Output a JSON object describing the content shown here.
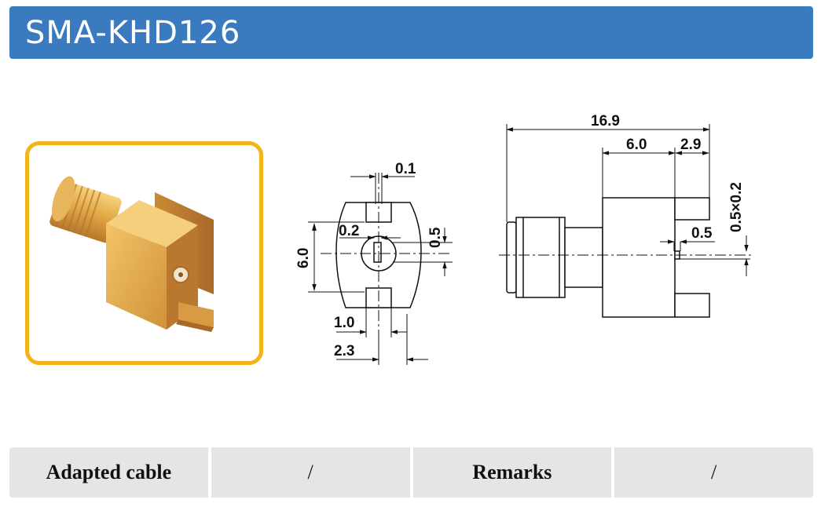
{
  "header": {
    "title": "SMA-KHD126"
  },
  "photo": {
    "alt_icon": "sma-connector-render",
    "frame_color": "#f2b417"
  },
  "front_view": {
    "dims": {
      "d_0_1": "0.1",
      "d_0_2": "0.2",
      "d_0_5": "0.5",
      "d_6_0": "6.0",
      "d_1_0": "1.0",
      "d_2_3": "2.3"
    }
  },
  "side_view": {
    "dims": {
      "d_16_9": "16.9",
      "d_6_0": "6.0",
      "d_2_9": "2.9",
      "d_0_5": "0.5",
      "d_0_5x0_2": "0.5×0.2"
    }
  },
  "table": {
    "cells": [
      "Adapted cable",
      "/",
      "Remarks",
      "/"
    ]
  },
  "colors": {
    "header": "#3a7abf",
    "table_bg": "#e7e5e3",
    "accent": "#f2b417"
  }
}
